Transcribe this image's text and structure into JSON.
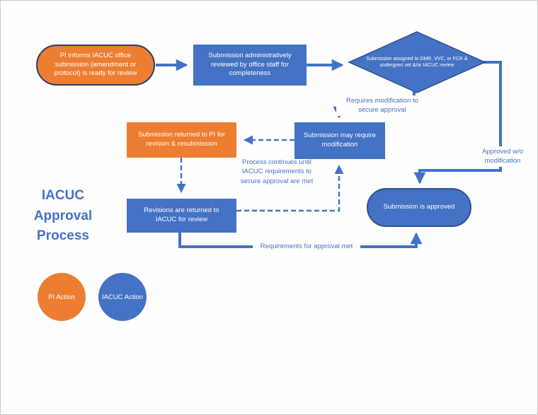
{
  "title": "IACUC Approval Process",
  "colors": {
    "orange": "#ED7D31",
    "blue": "#4472C4",
    "diamond_border": "#2F528F",
    "stadium_border": "#2F3C69",
    "label_text": "#4472C4"
  },
  "nodes": {
    "start": "PI informs IACUC office submission (amendment or protocol) is ready for review",
    "admin_review": "Submission administratively reviewed by office staff for completeness",
    "assignment": "Submission assigned to DMR, VVC, or FCR & undergoes vet &/or IACUC review",
    "may_require_mod": "Submission may require modification",
    "returned_to_pi": "Submission returned to PI for revision & resubmission",
    "revisions_returned": "Revisions are returned to IACUC for review",
    "approved": "Submission is approved"
  },
  "labels": {
    "requires_modification": "Requires modification to secure approval",
    "approved_wo_modification": "Approved w/o modification",
    "process_continues": "Process continues until IACUC requirements to secure approval are met",
    "requirements_met": "Requirements for approval met"
  },
  "legend": {
    "pi": {
      "label": "PI Action"
    },
    "iacuc": {
      "label": "IACUC Action"
    }
  }
}
